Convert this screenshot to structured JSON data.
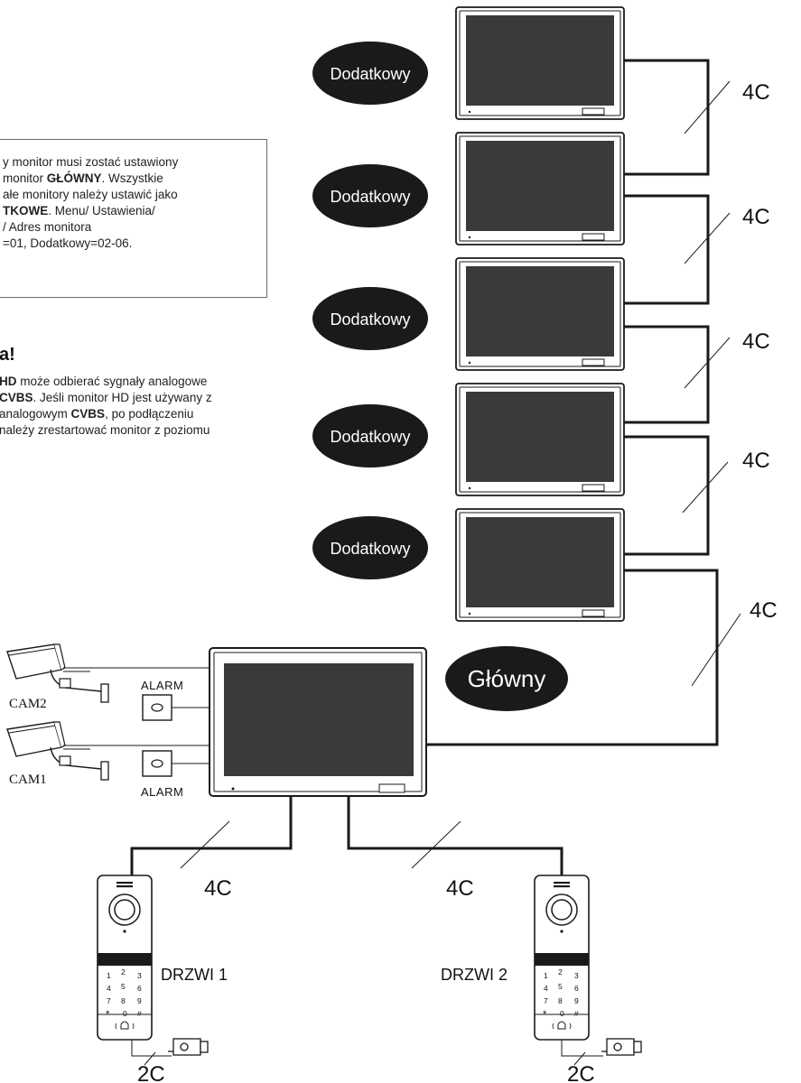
{
  "note": {
    "lines": [
      "y monitor musi zostać ustawiony",
      "monitor GŁÓWNY. Wszystkie",
      "ałe monitory należy ustawić jako",
      "TKOWE. Menu/ Ustawienia/",
      "/ Adres monitora",
      "=01, Dodatkowy=02-06."
    ]
  },
  "warning": {
    "title": "a!",
    "lines": [
      "HD może odbierać sygnały analogowe",
      "CVBS. Jeśli monitor HD jest używany z",
      " analogowym CVBS, po podłączeniu",
      "należy zrestartować monitor z poziomu"
    ]
  },
  "monitors": {
    "secondary_label": "Dodatkowy",
    "main_label": "Główny"
  },
  "wires": {
    "four_core": "4C",
    "two_core": "2C"
  },
  "cameras": {
    "cam2": "CAM2",
    "cam1": "CAM1"
  },
  "alarms": {
    "label": "ALARM"
  },
  "doors": {
    "door1": "DRZWI 1",
    "door2": "DRZWI 2"
  },
  "keypad": {
    "keys": [
      "1",
      "2",
      "3",
      "4",
      "5",
      "6",
      "7",
      "8",
      "9",
      "*",
      "0",
      "#"
    ]
  },
  "colors": {
    "oval": "#1a1a1a",
    "wire": "#1a1a1a",
    "screen": "#3a3a3a"
  }
}
